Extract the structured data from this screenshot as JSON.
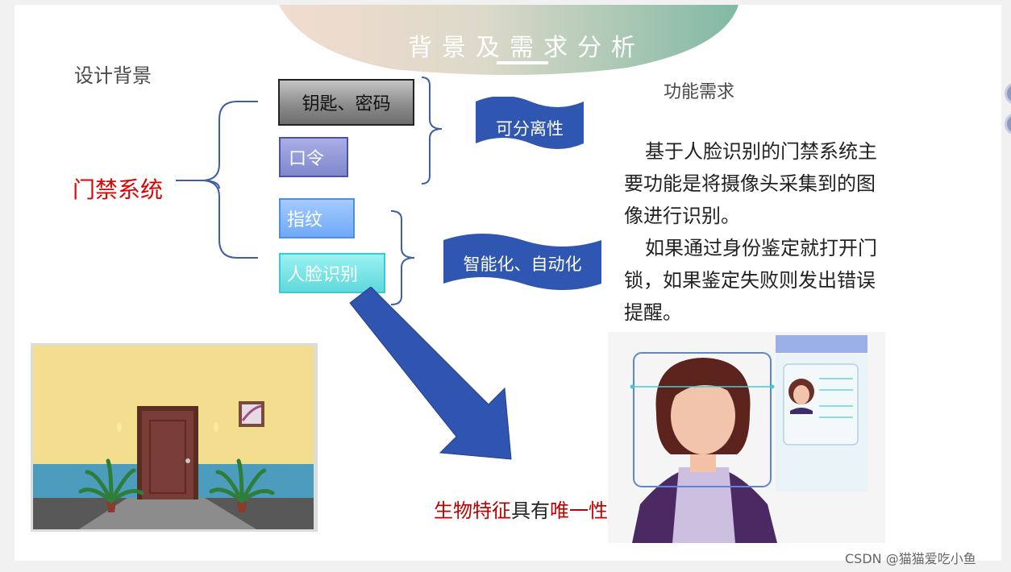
{
  "banner": {
    "title": "背景及需求分析"
  },
  "left": {
    "section_label": "设计背景",
    "main_node": "门禁系统",
    "methods": [
      {
        "label": "钥匙、密码"
      },
      {
        "label": "口令"
      },
      {
        "label": "指纹"
      },
      {
        "label": "人脸识别"
      }
    ],
    "flags": [
      {
        "label": "可分离性"
      },
      {
        "label": "智能化、自动化"
      }
    ]
  },
  "right": {
    "section_label": "功能需求",
    "paragraphs": [
      "基于人脸识别的门禁系统主要功能是将摄像头采集到的图像进行识别。",
      "如果通过身份鉴定就打开门锁，如果鉴定失败则发出错误提醒。"
    ]
  },
  "conclusion": {
    "part1": "生物特征",
    "part2": "具有",
    "part3": "唯一性"
  },
  "watermark": "CSDN @猫猫爱吃小鱼",
  "colors": {
    "accent_red": "#e00000",
    "dark_red": "#c00000",
    "flag_blue": "#2f56b0",
    "arrow_blue": "#2f55b1",
    "bracket_blue": "#3f5ea6"
  }
}
